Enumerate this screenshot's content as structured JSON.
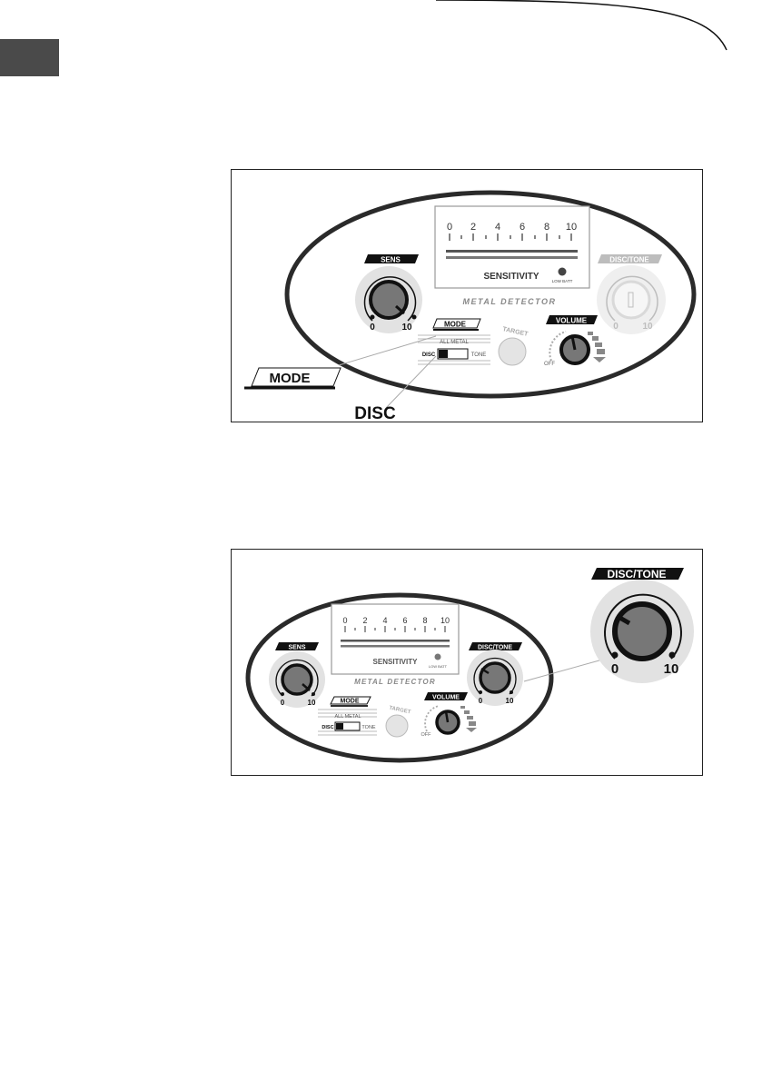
{
  "figure1": {
    "meter": {
      "scale_labels": [
        "0",
        "2",
        "4",
        "6",
        "8",
        "10"
      ],
      "sensitivity_label": "SENSITIVITY",
      "low_batt_label": "LOW BATT"
    },
    "brand": "METAL DETECTOR",
    "sens": {
      "label": "SENS",
      "min": "0",
      "max": "10"
    },
    "disc_tone": {
      "label": "DISC/TONE",
      "min": "0",
      "max": "10"
    },
    "mode": {
      "label": "MODE",
      "all_metal": "ALL METAL",
      "disc": "DISC",
      "tone": "TONE"
    },
    "target_label": "TARGET",
    "volume": {
      "label": "VOLUME",
      "off": "OFF"
    },
    "callout_mode": "MODE",
    "callout_disc": "DISC"
  },
  "figure2": {
    "meter": {
      "scale_labels": [
        "0",
        "2",
        "4",
        "6",
        "8",
        "10"
      ],
      "sensitivity_label": "SENSITIVITY",
      "low_batt_label": "LOW BATT"
    },
    "brand": "METAL DETECTOR",
    "sens": {
      "label": "SENS",
      "min": "0",
      "max": "10"
    },
    "disc_tone": {
      "label": "DISC/TONE",
      "min": "0",
      "max": "10"
    },
    "mode": {
      "label": "MODE",
      "all_metal": "ALL METAL",
      "disc": "DISC",
      "tone": "TONE"
    },
    "target_label": "TARGET",
    "volume": {
      "label": "VOLUME",
      "off": "OFF"
    },
    "callout_disc_tone": {
      "label": "DISC/TONE",
      "min": "0",
      "max": "10"
    }
  }
}
